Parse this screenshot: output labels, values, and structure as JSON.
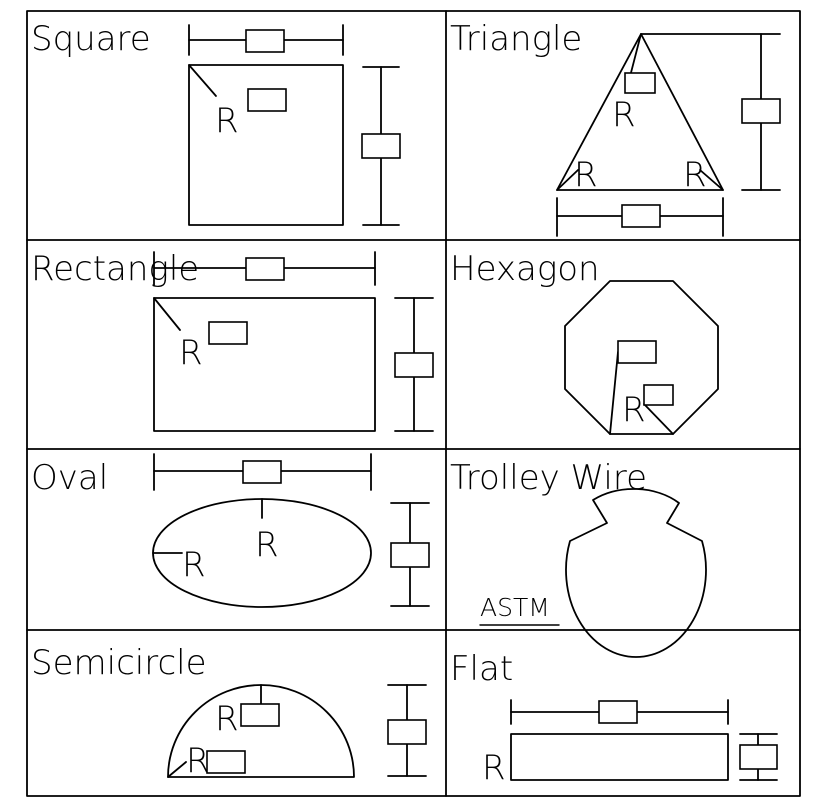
{
  "panels": {
    "square": {
      "title": "Square",
      "radius_label": "R"
    },
    "triangle": {
      "title": "Triangle",
      "radius_label": "R"
    },
    "rectangle": {
      "title": "Rectangle",
      "radius_label": "R"
    },
    "hexagon": {
      "title": "Hexagon",
      "radius_label": "R"
    },
    "oval": {
      "title": "Oval",
      "radius_label": "R"
    },
    "trolley_wire": {
      "title": "Trolley Wire",
      "standard_label": "ASTM"
    },
    "semicircle": {
      "title": "Semicircle",
      "radius_label": "R"
    },
    "flat": {
      "title": "Flat",
      "radius_label": "R"
    }
  }
}
